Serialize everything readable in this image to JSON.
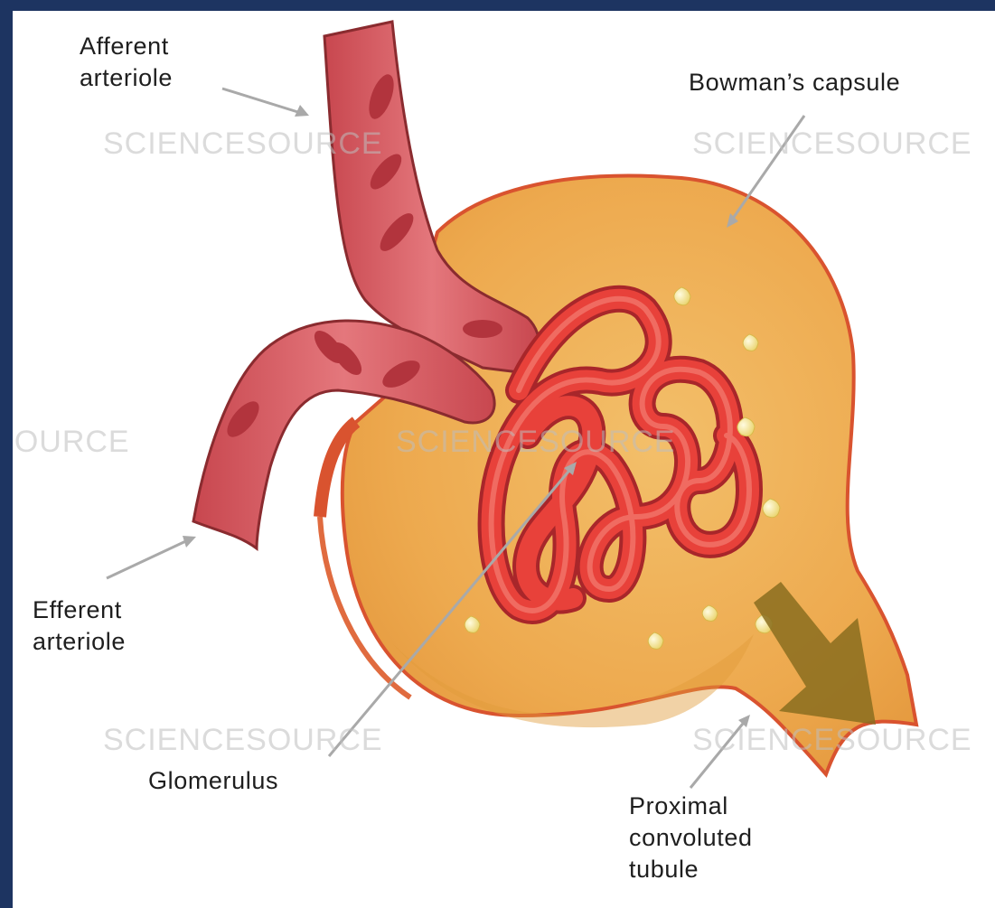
{
  "labels": {
    "afferent": "Afferent\narteriole",
    "bowman": "Bowman’s capsule",
    "efferent": "Efferent\narteriole",
    "glomerulus": "Glomerulus",
    "proximal": "Proximal\nconvoluted\ntubule"
  },
  "watermark": "SCIENCESOURCE",
  "colors": {
    "frame": "#1d3461",
    "capsule": "#eeb055",
    "capsule_rim": "#d9532f",
    "vessel": "#d4585e",
    "capillary": "#e8413a",
    "arrow": "#8a6d1e",
    "leader": "#a9a9a9"
  }
}
